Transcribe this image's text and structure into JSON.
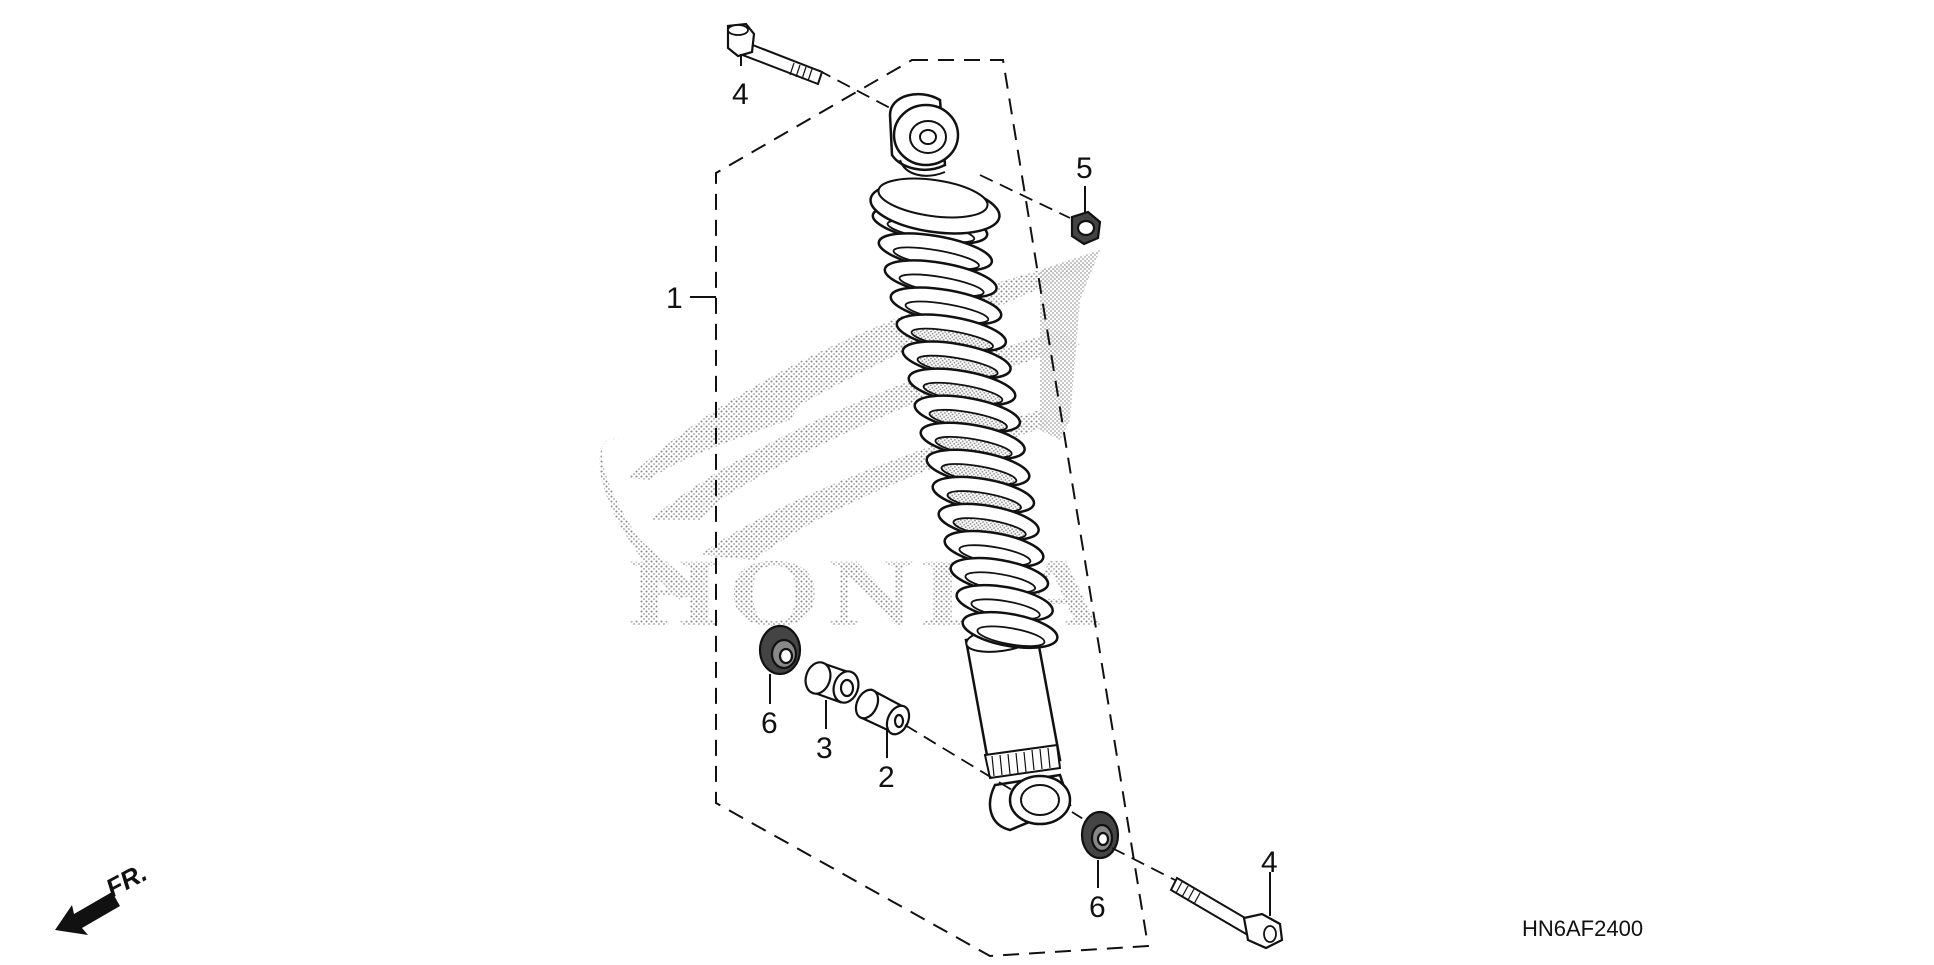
{
  "diagram": {
    "watermark_text": "HONDA",
    "diagram_code": "HN6AF2400",
    "direction_label": "FR.",
    "callouts": [
      {
        "id": "c1",
        "label": "1"
      },
      {
        "id": "c2",
        "label": "2"
      },
      {
        "id": "c3",
        "label": "3"
      },
      {
        "id": "c4a",
        "label": "4"
      },
      {
        "id": "c4b",
        "label": "4"
      },
      {
        "id": "c5",
        "label": "5"
      },
      {
        "id": "c6a",
        "label": "6"
      },
      {
        "id": "c6b",
        "label": "6"
      }
    ],
    "icons": [
      "honda-wing-watermark",
      "front-direction-arrow-icon"
    ]
  }
}
